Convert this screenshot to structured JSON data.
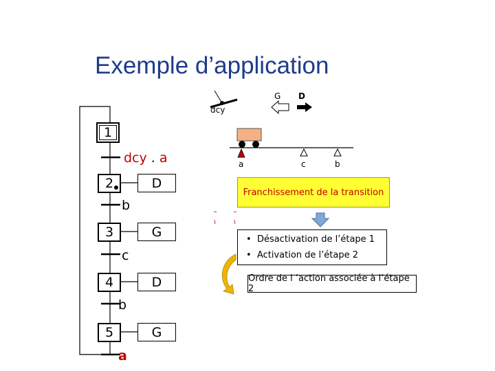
{
  "title": "Exemple d’application",
  "grafcet": {
    "steps": [
      {
        "number": "1",
        "action": ""
      },
      {
        "number": "2",
        "action": "D"
      },
      {
        "number": "3",
        "action": "G"
      },
      {
        "number": "4",
        "action": "D"
      },
      {
        "number": "5",
        "action": "G"
      }
    ],
    "transitions": [
      {
        "condition_main": "dcy",
        "condition_sep": " . ",
        "condition_tail": "a"
      },
      {
        "condition": "b"
      },
      {
        "condition": "c"
      },
      {
        "condition": "b"
      },
      {
        "condition": "a"
      }
    ]
  },
  "machine": {
    "button_label": "dcy",
    "direction_left": "G",
    "direction_right": "D",
    "sensor_a": "a",
    "sensor_c": "c",
    "sensor_b": "b"
  },
  "explanation": {
    "yellow_box": "Franchissement de la transition",
    "bullets": [
      "Désactivation de l’étape 1",
      "Activation de l’étape 2"
    ],
    "order_box": "Ordre de l ’action associée à l’étape 2"
  },
  "colors": {
    "title": "#1f3b8a",
    "condition_red": "#c00000",
    "yellow_box": "#ffff33",
    "cart": "#f4b183",
    "arrow_blue": "#7fa7d9",
    "curved_arrow": "#f0b400"
  }
}
